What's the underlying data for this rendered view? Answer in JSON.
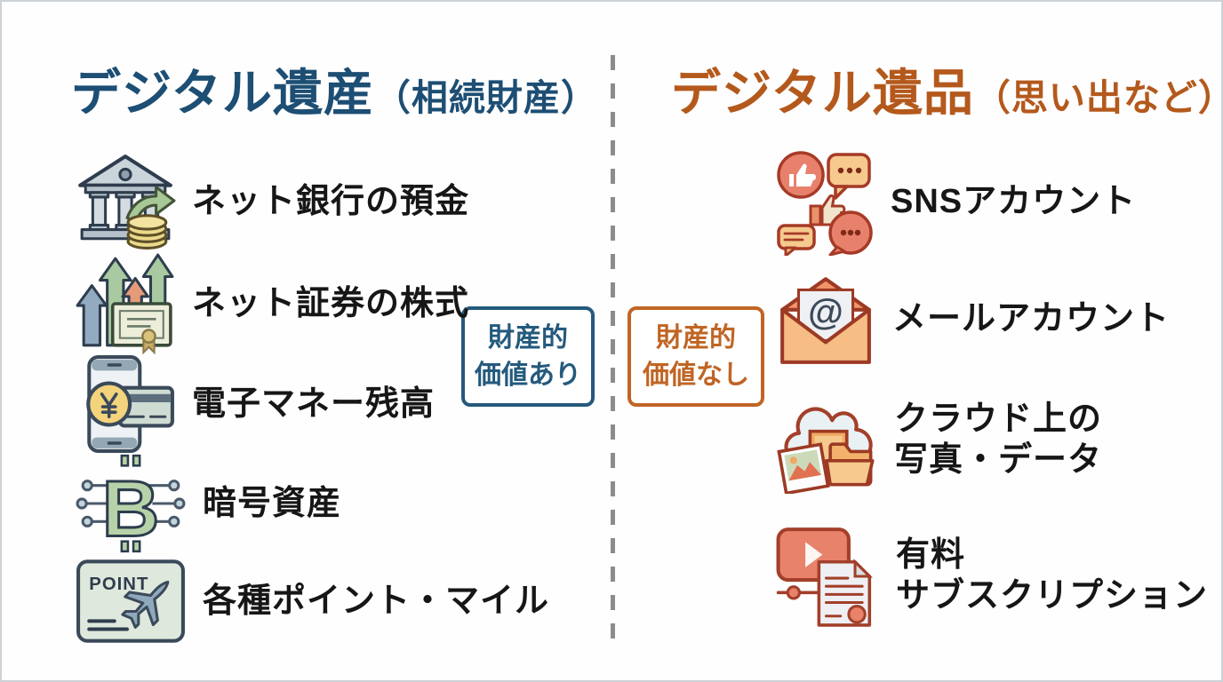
{
  "left": {
    "title": "デジタル遺産",
    "title_suffix": "（相続財産）",
    "badge": "財産的\n価値あり",
    "items": [
      {
        "label": "ネット銀行の預金",
        "icon": "bank-coins-icon"
      },
      {
        "label": "ネット証券の株式",
        "icon": "stock-growth-chart-icon"
      },
      {
        "label": "電子マネー残高",
        "icon": "emoney-phone-card-icon"
      },
      {
        "label": "暗号資産",
        "icon": "bitcoin-network-icon",
        "icon_letter": "B"
      },
      {
        "label": "各種ポイント・マイル",
        "icon": "point-card-airplane-icon",
        "icon_text": "POINT"
      }
    ]
  },
  "right": {
    "title": "デジタル遺品",
    "title_suffix": "（思い出など）",
    "badge": "財産的\n価値なし",
    "items": [
      {
        "label": "SNSアカウント",
        "icon": "sns-reactions-icon"
      },
      {
        "label": "メールアカウント",
        "icon": "email-envelope-icon",
        "icon_text": "@"
      },
      {
        "label": "クラウド上の\n写真・データ",
        "icon": "cloud-photos-folder-icon"
      },
      {
        "label": "有料\nサブスクリプション",
        "icon": "video-subscription-icon"
      }
    ]
  },
  "colors": {
    "left_accent": "#1d4e74",
    "right_accent": "#b4591c",
    "badge_left": "#245a7c",
    "badge_right": "#c06524",
    "divider": "#8c8c8c",
    "label_text": "#161616",
    "background": "#fefefe"
  }
}
